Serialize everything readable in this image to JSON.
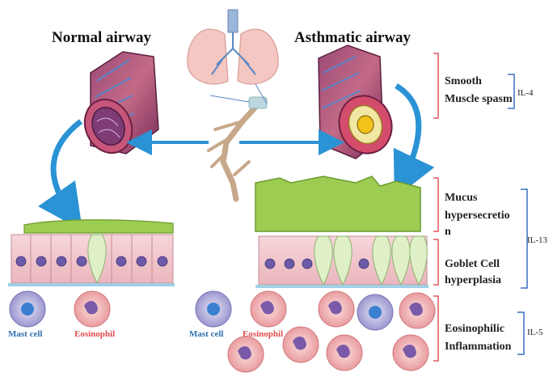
{
  "titles": {
    "normal": "Normal airway",
    "asthmatic": "Asthmatic airway"
  },
  "annotations": {
    "smooth_line1": "Smooth",
    "smooth_line2": "Muscle spasm",
    "mucus_line1": "Mucus",
    "mucus_line2": "hypersecretio",
    "mucus_line3": "n",
    "goblet_line1": "Goblet Cell",
    "goblet_line2": "hyperplasia",
    "eos_line1": "Eosinophilic",
    "eos_line2": "Inflammation"
  },
  "interleukins": {
    "il4": "IL-4",
    "il13": "IL-13",
    "il5": "IL-5"
  },
  "cell_labels": {
    "normal_mast": "Mast cell",
    "normal_eos": "Eosinophil",
    "asthma_mast": "Mast cell",
    "asthma_eos": "Eosinophil"
  },
  "colors": {
    "arrow": "#2a93d5",
    "bracket_red": "#e05a5a",
    "bracket_blue": "#3a6fc0",
    "mucus": "#9ccc52",
    "epithelium": "#f2c9cf",
    "goblet": "#dff0c8",
    "eosinophil": "#f3b9b9",
    "mast_cell": "#b9b4e0"
  },
  "icons": [
    "lungs-icon",
    "bronchial-tree-icon",
    "airway-tube-icon",
    "mast-cell-icon",
    "eosinophil-icon"
  ]
}
